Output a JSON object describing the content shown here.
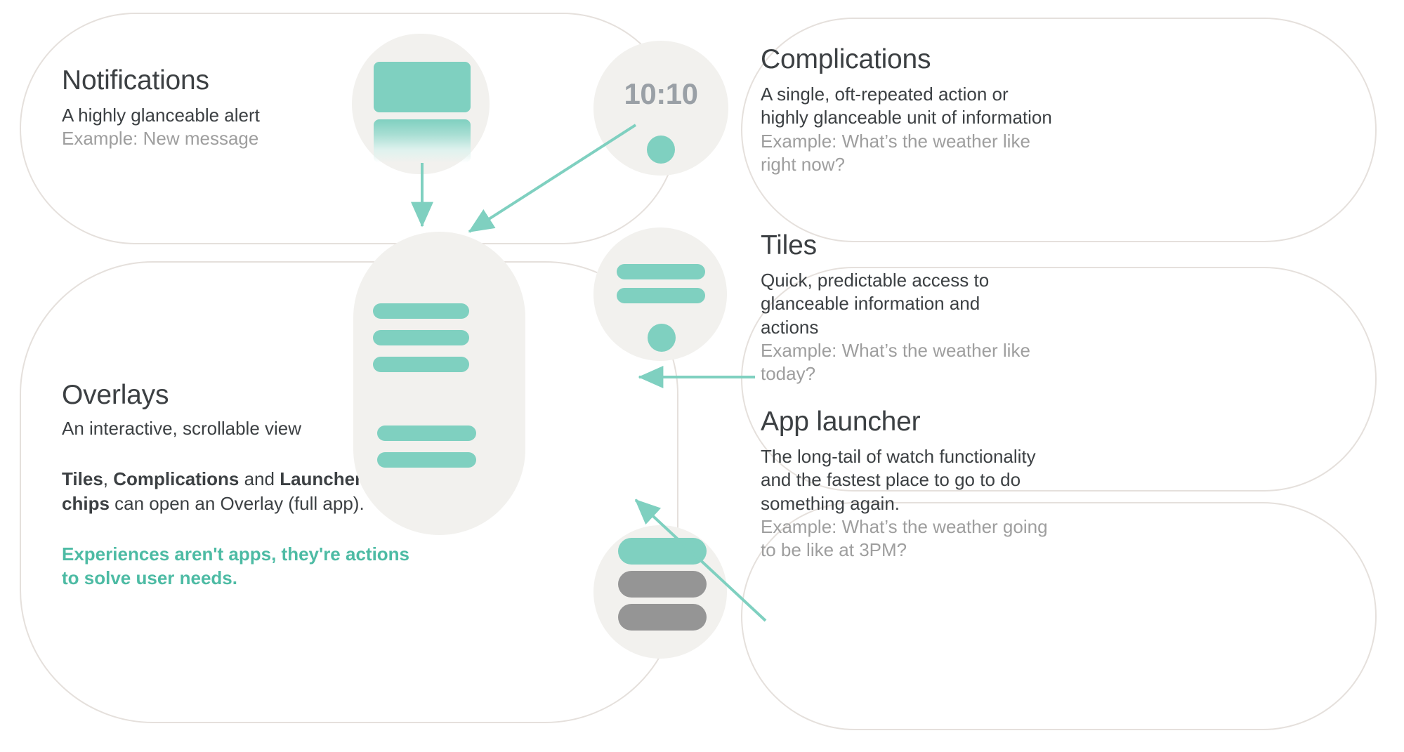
{
  "accent_color": "#7FD0C0",
  "accent_text_color": "#4DBBA4",
  "heading_color": "#3C4043",
  "muted_color": "#9E9E9E",
  "card_border_color": "#E5E0DC",
  "blob_color": "#F2F1EE",
  "cards": {
    "notifications": {
      "title": "Notifications",
      "description": "A highly glanceable alert",
      "example": "Example:  New message"
    },
    "overlays": {
      "title": "Overlays",
      "description": "An interactive, scrollable view",
      "body_prefix": "",
      "body_bold_1": "Tiles",
      "body_mid_1": ", ",
      "body_bold_2": "Complications",
      "body_mid_2": " and ",
      "body_bold_3": "Launcher chips",
      "body_suffix": " can open an Overlay (full app).",
      "accent_line": "Experiences aren't apps, they're actions to solve user needs."
    },
    "complications": {
      "title": "Complications",
      "description": "A single, oft-repeated action or highly glanceable unit of information",
      "example": "Example:  What’s the weather like right now?",
      "watch_time": "10:10"
    },
    "tiles": {
      "title": "Tiles",
      "description": "Quick, predictable access to glanceable information and actions",
      "example": "Example: What’s the weather like today?"
    },
    "launcher": {
      "title": "App launcher",
      "description": "The long-tail of watch functionality and the fastest place to go to do something again.",
      "example": "Example:  What’s the weather going to be like at 3PM?"
    }
  }
}
